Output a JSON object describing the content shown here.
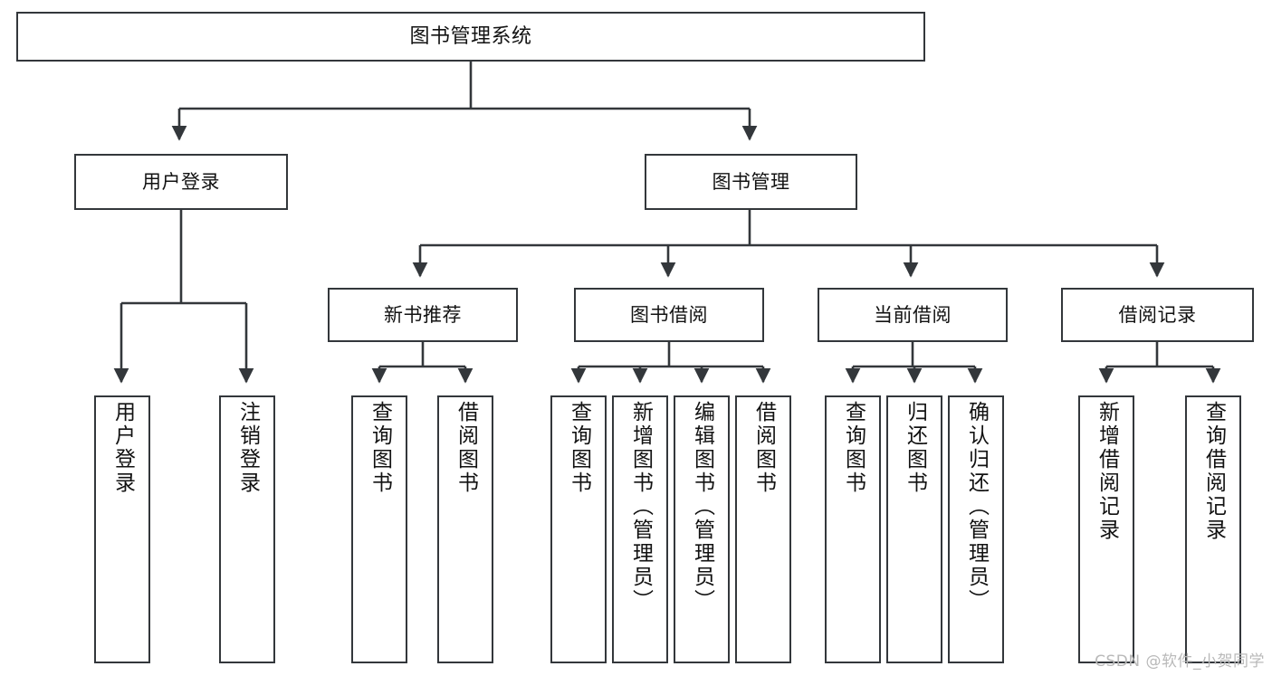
{
  "diagram": {
    "type": "tree-hierarchy",
    "title": "图书管理系统",
    "watermark": "CSDN @软件_小贺同学",
    "colors": {
      "box_border": "#33373b",
      "box_fill": "#ffffff",
      "connector": "#33373b",
      "text": "#121212",
      "watermark": "#b9b9b9",
      "background": "#ffffff"
    },
    "nodes": {
      "root": {
        "label": "图书管理系统",
        "level": 1,
        "orientation": "horizontal"
      },
      "l2": [
        {
          "id": "user-login",
          "label": "用户登录",
          "level": 2,
          "orientation": "horizontal"
        },
        {
          "id": "book-manage",
          "label": "图书管理",
          "level": 2,
          "orientation": "horizontal"
        }
      ],
      "l3": [
        {
          "id": "new-book-rec",
          "label": "新书推荐",
          "level": 3,
          "orientation": "horizontal"
        },
        {
          "id": "book-borrow",
          "label": "图书借阅",
          "level": 3,
          "orientation": "horizontal"
        },
        {
          "id": "current-borrow",
          "label": "当前借阅",
          "level": 3,
          "orientation": "horizontal"
        },
        {
          "id": "borrow-record",
          "label": "借阅记录",
          "level": 3,
          "orientation": "horizontal"
        }
      ],
      "leaves": {
        "user_login": [
          {
            "id": "leaf-user-login",
            "label": "用户登录"
          },
          {
            "id": "leaf-logout",
            "label": "注销登录"
          }
        ],
        "new_book_rec": [
          {
            "id": "leaf-query-book-1",
            "label": "查询图书"
          },
          {
            "id": "leaf-borrow-book-1",
            "label": "借阅图书"
          }
        ],
        "book_borrow": [
          {
            "id": "leaf-query-book-2",
            "label": "查询图书"
          },
          {
            "id": "leaf-add-book",
            "label": "新增图书（管理员）"
          },
          {
            "id": "leaf-edit-book",
            "label": "编辑图书（管理员）"
          },
          {
            "id": "leaf-borrow-book-2",
            "label": "借阅图书"
          }
        ],
        "current_borrow": [
          {
            "id": "leaf-query-book-3",
            "label": "查询图书"
          },
          {
            "id": "leaf-return-book",
            "label": "归还图书"
          },
          {
            "id": "leaf-confirm-return",
            "label": "确认归还（管理员）"
          }
        ],
        "borrow_record": [
          {
            "id": "leaf-add-record",
            "label": "新增借阅记录"
          },
          {
            "id": "leaf-query-record",
            "label": "查询借阅记录"
          }
        ]
      }
    }
  }
}
